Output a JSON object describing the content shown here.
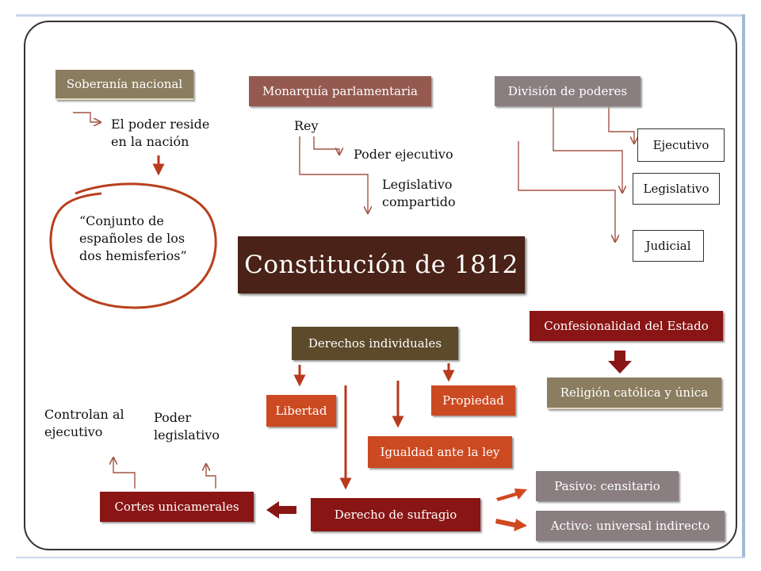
{
  "nodes": {
    "soberania": "Soberanía nacional",
    "poder_reside": "El poder reside\nen la nación",
    "conjunto": "“Conjunto de\nespañoles de los\ndos hemisferios”",
    "monarquia": "Monarquía parlamentaria",
    "rey": "Rey",
    "poder_ejecutivo": "Poder ejecutivo",
    "legislativo_compartido": "Legislativo\ncompartido",
    "division": "División de poderes",
    "ejecutivo": "Ejecutivo",
    "legislativo": "Legislativo",
    "judicial": "Judicial",
    "constitucion": "Constitución de 1812",
    "derechos": "Derechos individuales",
    "libertad": "Libertad",
    "propiedad": "Propiedad",
    "igualdad": "Igualdad ante la ley",
    "confesionalidad": "Confesionalidad del Estado",
    "religion": "Religión católica  y única",
    "controlan": "Controlan al\nejecutivo",
    "poder_legislativo": "Poder\nlegislativo",
    "cortes": "Cortes unicamerales",
    "sufragio": "Derecho de sufragio",
    "pasivo": "Pasivo: censitario",
    "activo": "Activo: universal indirecto"
  }
}
